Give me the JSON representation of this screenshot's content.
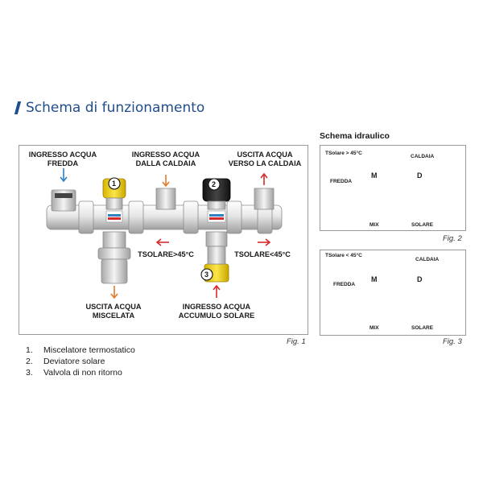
{
  "title": "Schema di funzionamento",
  "main_figure": {
    "labels": {
      "ingresso_fredda": [
        "INGRESSO ACQUA",
        "FREDDA"
      ],
      "ingresso_caldaia": [
        "INGRESSO ACQUA",
        "DALLA CALDAIA"
      ],
      "uscita_caldaia": [
        "USCITA ACQUA",
        "VERSO LA CALDAIA"
      ],
      "tsolare_high": "TSOLARE>45°C",
      "tsolare_low": "TSOLARE<45°C",
      "uscita_miscelata": [
        "USCITA ACQUA",
        "MISCELATA"
      ],
      "ingresso_solare": [
        "INGRESSO ACQUA",
        "ACCUMULO SOLARE"
      ]
    },
    "markers": [
      "1",
      "2",
      "3"
    ],
    "caption": "Fig. 1"
  },
  "hydraulic": {
    "title": "Schema idraulico",
    "fig2": {
      "condition": "TSolare > 45°C",
      "caldaia": "CALDAIA",
      "fredda": "FREDDA",
      "mix": "MIX",
      "solare": "SOLARE",
      "valve_m": "M",
      "valve_d": "D",
      "caption": "Fig. 2"
    },
    "fig3": {
      "condition": "TSolare < 45°C",
      "caldaia": "CALDAIA",
      "fredda": "FREDDA",
      "mix": "MIX",
      "solare": "SOLARE",
      "valve_m": "M",
      "valve_d": "D",
      "caption": "Fig. 3"
    }
  },
  "legend": [
    {
      "num": "1.",
      "text": "Miscelatore termostatico"
    },
    {
      "num": "2.",
      "text": "Deviatore solare"
    },
    {
      "num": "3.",
      "text": "Valvola di non ritorno"
    }
  ],
  "colors": {
    "blue": "#2f7fc1",
    "orange": "#e07b2a",
    "red": "#d62a2a",
    "grey": "#b8b8b8",
    "yellow": "#f2d21a",
    "title_blue": "#1f4e8c"
  }
}
